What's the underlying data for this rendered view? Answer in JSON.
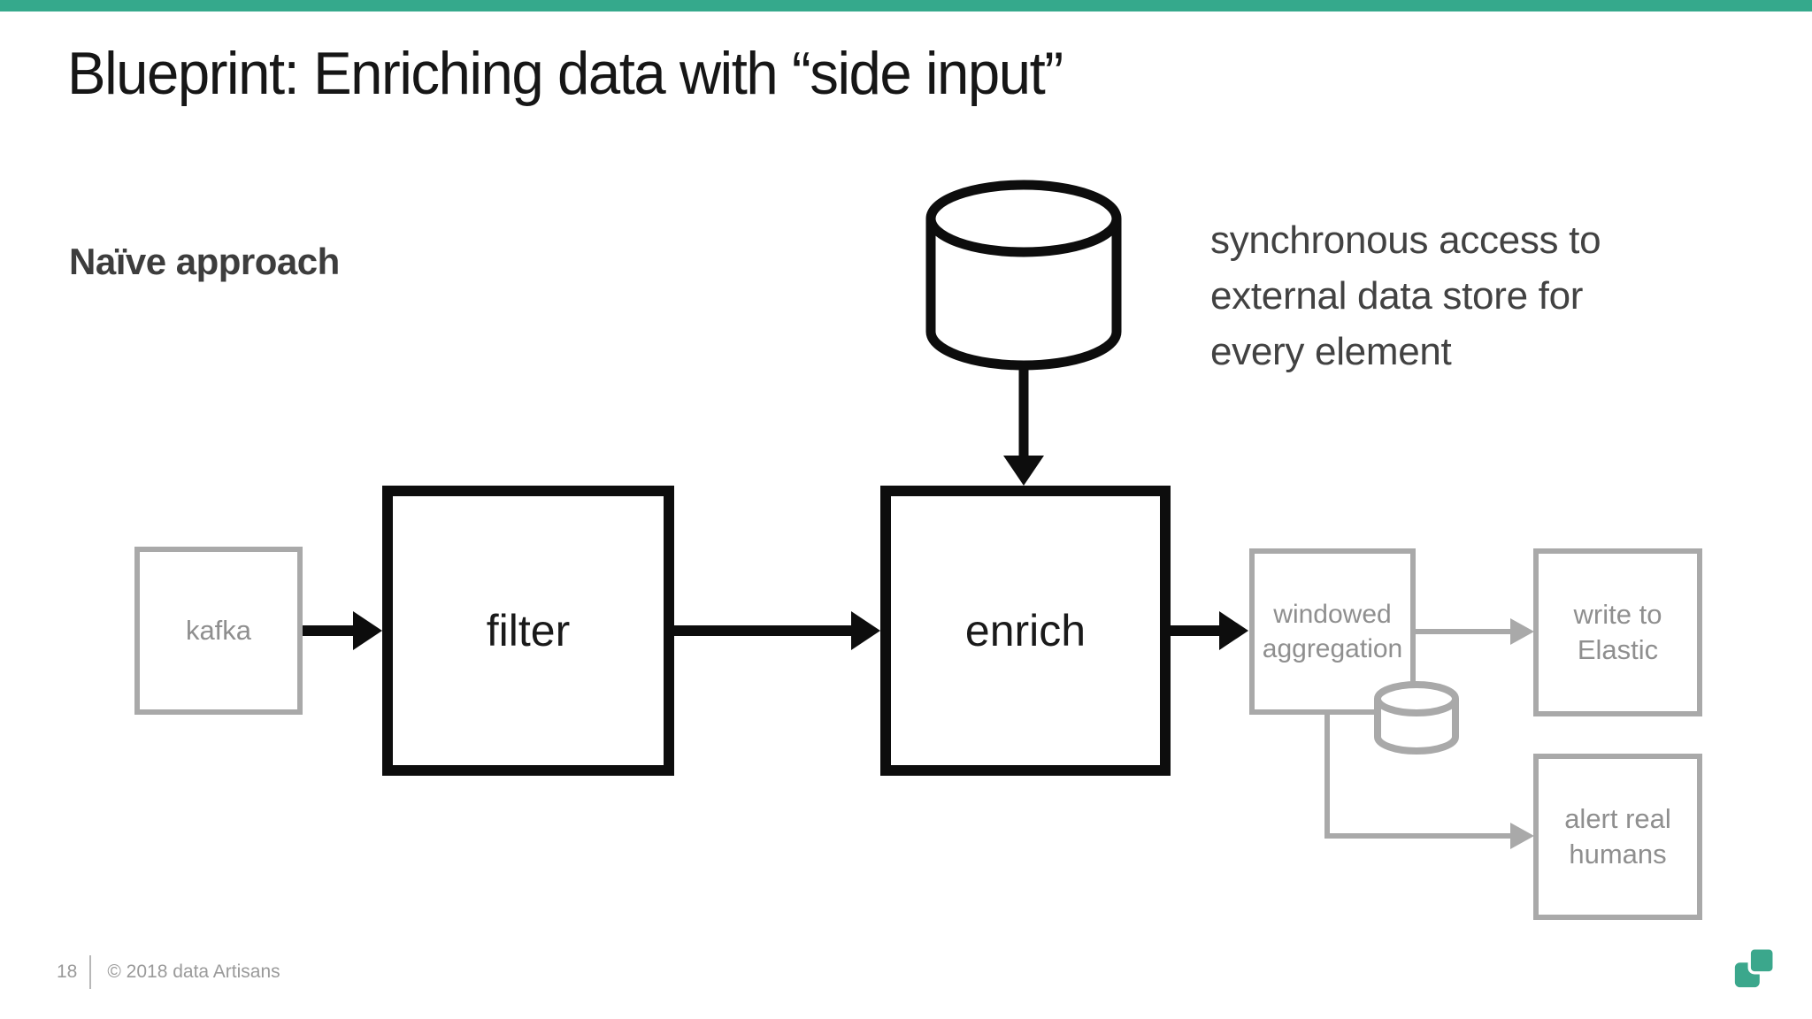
{
  "slide": {
    "accent_bar_color": "#35A98C",
    "title": "Blueprint: Enriching data with “side input”",
    "subtitle": "Naïve approach",
    "annotation": {
      "lines": [
        "synchronous access to",
        "external data store for",
        "every element"
      ]
    },
    "footer": {
      "page_number": "18",
      "copyright": "© 2018 data Artisans"
    },
    "logo": "data-artisans-logo"
  },
  "diagram": {
    "nodes": [
      {
        "id": "kafka",
        "label": "kafka",
        "state": "inactive"
      },
      {
        "id": "filter",
        "label": "filter",
        "state": "active"
      },
      {
        "id": "enrich",
        "label": "enrich",
        "state": "active"
      },
      {
        "id": "windowed-aggregation",
        "label": "windowed aggregation",
        "lines": [
          "windowed",
          "aggregation"
        ],
        "state": "inactive"
      },
      {
        "id": "write-to-elastic",
        "label": "write to Elastic",
        "lines": [
          "write to",
          "Elastic"
        ],
        "state": "inactive"
      },
      {
        "id": "alert-real-humans",
        "label": "alert real humans",
        "lines": [
          "alert real",
          "humans"
        ],
        "state": "inactive"
      }
    ],
    "icons": [
      {
        "name": "external-datastore-cylinder-icon",
        "style": "black-outline",
        "connects_to": "enrich"
      },
      {
        "name": "side-datastore-cylinder-icon",
        "style": "gray-outline",
        "attached_to": "windowed-aggregation"
      }
    ],
    "edges": [
      {
        "from": "kafka",
        "to": "filter",
        "state": "active"
      },
      {
        "from": "filter",
        "to": "enrich",
        "state": "active"
      },
      {
        "from": "external-datastore",
        "to": "enrich",
        "state": "active"
      },
      {
        "from": "enrich",
        "to": "windowed-aggregation",
        "state": "active"
      },
      {
        "from": "windowed-aggregation",
        "to": "write-to-elastic",
        "state": "inactive"
      },
      {
        "from": "windowed-aggregation",
        "to": "alert-real-humans",
        "state": "inactive"
      }
    ],
    "colors": {
      "active_stroke": "#0D0D0D",
      "inactive_stroke": "#A9A9A9",
      "active_text": "#1A1A1A",
      "inactive_text": "#8F8F8F"
    }
  }
}
